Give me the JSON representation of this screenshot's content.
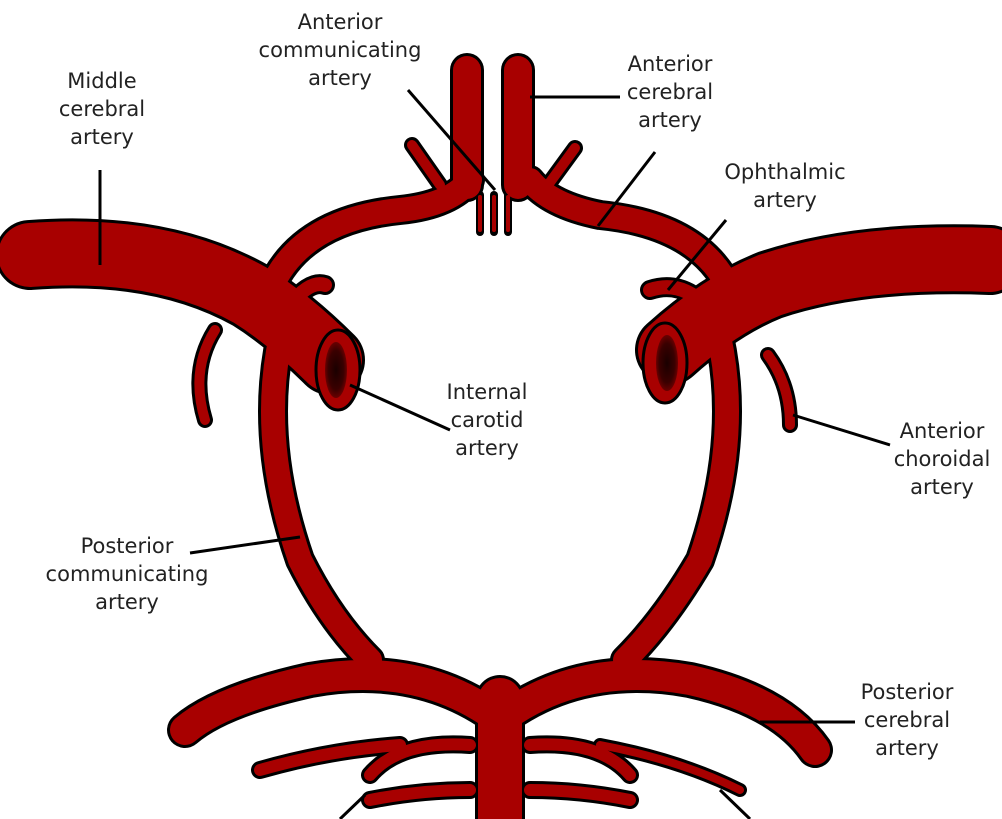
{
  "colors": {
    "artery_fill": "#a80000",
    "artery_outline": "#000000",
    "lumen_dark": "#3a0000",
    "background": "#ffffff"
  },
  "labels": {
    "anterior_communicating": [
      "Anterior",
      "communicating",
      "artery"
    ],
    "anterior_cerebral": [
      "Anterior",
      "cerebral",
      "artery"
    ],
    "middle_cerebral": [
      "Middle",
      "cerebral",
      "artery"
    ],
    "ophthalmic": [
      "Ophthalmic",
      "artery"
    ],
    "internal_carotid": [
      "Internal",
      "carotid",
      "artery"
    ],
    "anterior_choroidal": [
      "Anterior",
      "choroidal",
      "artery"
    ],
    "posterior_communicating": [
      "Posterior",
      "communicating",
      "artery"
    ],
    "posterior_cerebral": [
      "Posterior",
      "cerebral",
      "artery"
    ]
  }
}
